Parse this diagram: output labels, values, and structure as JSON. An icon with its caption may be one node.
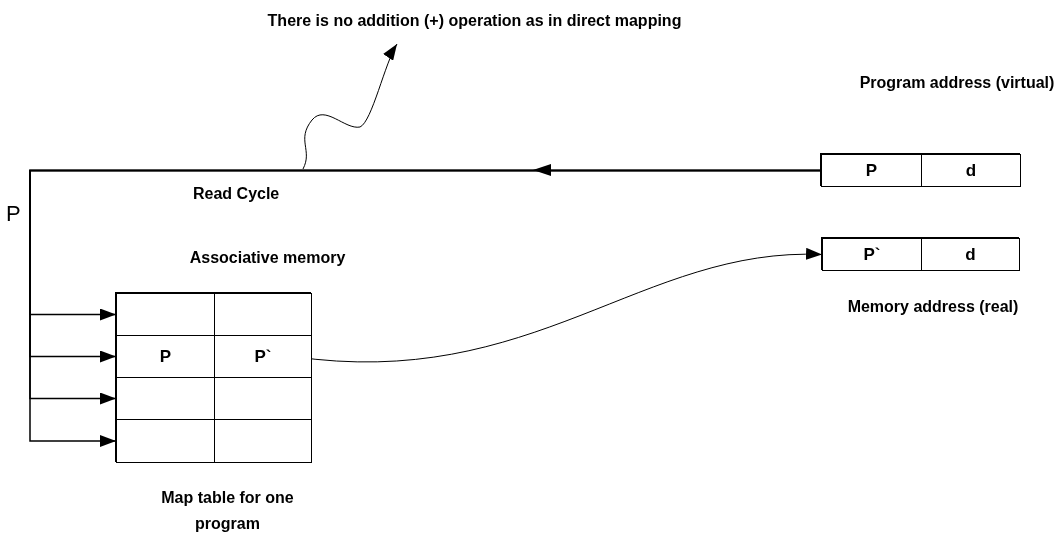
{
  "diagram": {
    "nodes": [
      {
        "text": [
          "Program address (virtual)"
        ]
      },
      {
        "text": [
          "P"
        ],
        "in": 0
      },
      {
        "text": [
          "d"
        ],
        "in": 0
      },
      {
        "text": [
          "Memory address (real)"
        ]
      },
      {
        "text": [
          "P`"
        ],
        "in": 3
      },
      {
        "text": [
          "d"
        ],
        "in": 3
      },
      {
        "text": [
          "Associative memory",
          "Map table for one program"
        ]
      },
      {
        "text": [],
        "shape": "box",
        "in": 6
      },
      {
        "text": [],
        "shape": "box",
        "in": 6
      },
      {
        "text": [
          "P"
        ],
        "in": 6
      },
      {
        "text": [
          "P`"
        ],
        "in": 6
      },
      {
        "text": [],
        "shape": "box",
        "in": 6
      },
      {
        "text": [],
        "shape": "box",
        "in": 6
      },
      {
        "text": [],
        "shape": "box",
        "in": 6
      },
      {
        "text": [],
        "shape": "box",
        "in": 6
      },
      {
        "text": [
          "There is no addition (+) operation as in direct mapping"
        ]
      }
    ],
    "edges": [
      {
        "from": 1,
        "to": 7,
        "arrow": "to",
        "label": "Read Cycle"
      },
      {
        "from": 1,
        "to": 9,
        "arrow": "to"
      },
      {
        "from": 1,
        "to": 11,
        "arrow": "to"
      },
      {
        "from": 1,
        "to": 13,
        "arrow": "to"
      },
      {
        "from": 10,
        "to": 4,
        "arrow": "to"
      },
      {
        "from": null,
        "to": 15,
        "arrow": "to"
      }
    ],
    "labels": [
      "P"
    ]
  }
}
